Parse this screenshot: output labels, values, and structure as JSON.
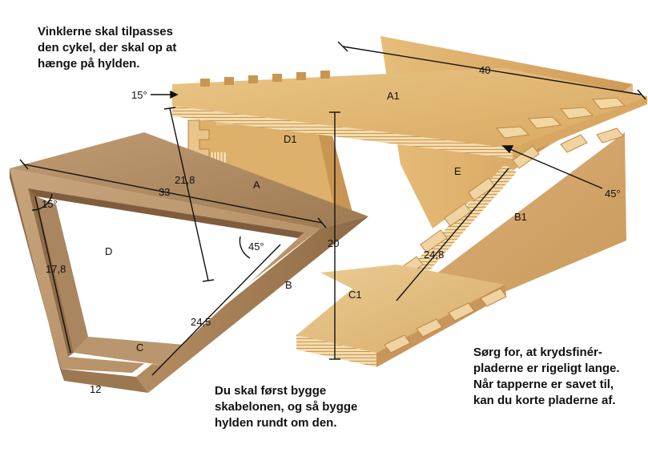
{
  "notes": {
    "top_left": [
      "Vinklerne skal tilpasses",
      "den cykel, der skal op at",
      "hænge på hylden."
    ],
    "bottom_center": [
      "Du skal først bygge",
      "skabelonen, og så bygge",
      "hylden rundt om den."
    ],
    "bottom_right": [
      "Sørg for, at krydsfinér-",
      "pladerne er rigeligt lange.",
      "Når tapperne er savet til,",
      "kan du korte pladerne af."
    ]
  },
  "parts": {
    "a1": "A1",
    "d1": "D1",
    "a": "A",
    "e": "E",
    "b1": "B1",
    "d": "D",
    "b": "B",
    "c": "C",
    "c1": "C1"
  },
  "dimensions": {
    "top_length": "40",
    "jig_length": "33",
    "jig_height": "21,8",
    "panel_height": "20",
    "side_height": "17,8",
    "base_width": "12",
    "diagonal_jig": "24,5",
    "diagonal_panel": "24,8"
  },
  "angles": {
    "top_left": "15°",
    "jig_corner": "15°",
    "jig_inner": "45°",
    "right": "45°"
  },
  "colors": {
    "plywood_light": "#e2b871",
    "plywood_mid": "#d3a35c",
    "plywood_dark": "#b98a45",
    "plywood_edge": "#f0d7a0",
    "mdf_light": "#b7936b",
    "mdf_mid": "#a07c55",
    "mdf_dark": "#7e5f3f",
    "mdf_face": "#c3a07a"
  }
}
